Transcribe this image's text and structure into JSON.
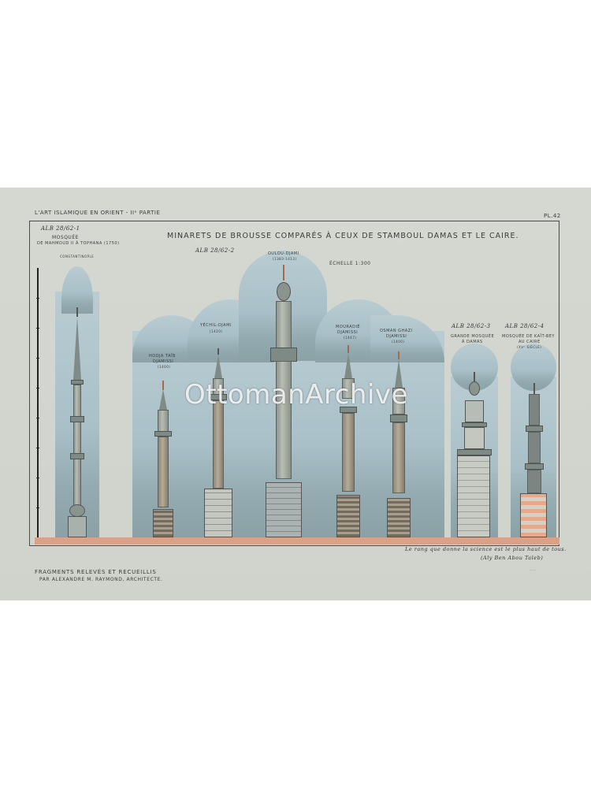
{
  "plate": {
    "series_header": "L'ART ISLAMIQUE EN ORIENT - IIᵉ PARTIE",
    "plate_number": "PL.42",
    "title": "MINARETS DE BROUSSE COMPARÉS À CEUX DE STAMBOUL DAMAS ET LE CAIRE.",
    "scale_label": "ÉCHELLE 1:300",
    "footer_line1": "FRAGMENTS RELEVÉS ET RECUEILLIS",
    "footer_line2": "PAR ALEXANDRE M. RAYMOND, ARCHITECTE.",
    "quote_line1": "Le rang que donne la science est le plus haut de tous.",
    "quote_line2": "(Aly Ben Abou Taleb)",
    "printer_mark": "……"
  },
  "watermark": "OttomanArchive",
  "minarets": [
    {
      "archive_ref": "ALB 28/62-1",
      "name_line1": "MOSQUÉE",
      "name_line2": "DE MAHMOUD II À TOPHANA (1750)",
      "location": "CONSTANTINOPLE"
    },
    {
      "archive_ref": "",
      "name_line1": "HODJA TAÏB",
      "name_line2": "DJAMISSI",
      "date": "(1400)"
    },
    {
      "archive_ref": "ALB 28/62-2",
      "name_line1": "YÉCHIL-DJAMI",
      "date": "(1420)"
    },
    {
      "archive_ref": "",
      "name_line1": "OULOU-DJAMI",
      "date": "(1383-1413)"
    },
    {
      "archive_ref": "",
      "name_line1": "MOURADIÉ",
      "name_line2": "DJAMISSI",
      "date": "(1447)"
    },
    {
      "archive_ref": "",
      "name_line1": "OSMAN GHAZI",
      "name_line2": "DJAMISSI",
      "date": "(1400)"
    },
    {
      "archive_ref": "ALB 28/62-3",
      "name_line1": "GRANDE MOSQUÉE",
      "name_line2": "À DAMAS"
    },
    {
      "archive_ref": "ALB 28/62-4",
      "name_line1": "MOSQUÉE DE KAÏT-BEY",
      "name_line2": "AU CAIRE",
      "date": "(XVᵉ SIÈCLE)"
    }
  ],
  "colors": {
    "paper": "#d2d6ce",
    "sky": "#a9c0c8",
    "ground": "#d9a288",
    "ink": "#3a3d3b"
  }
}
